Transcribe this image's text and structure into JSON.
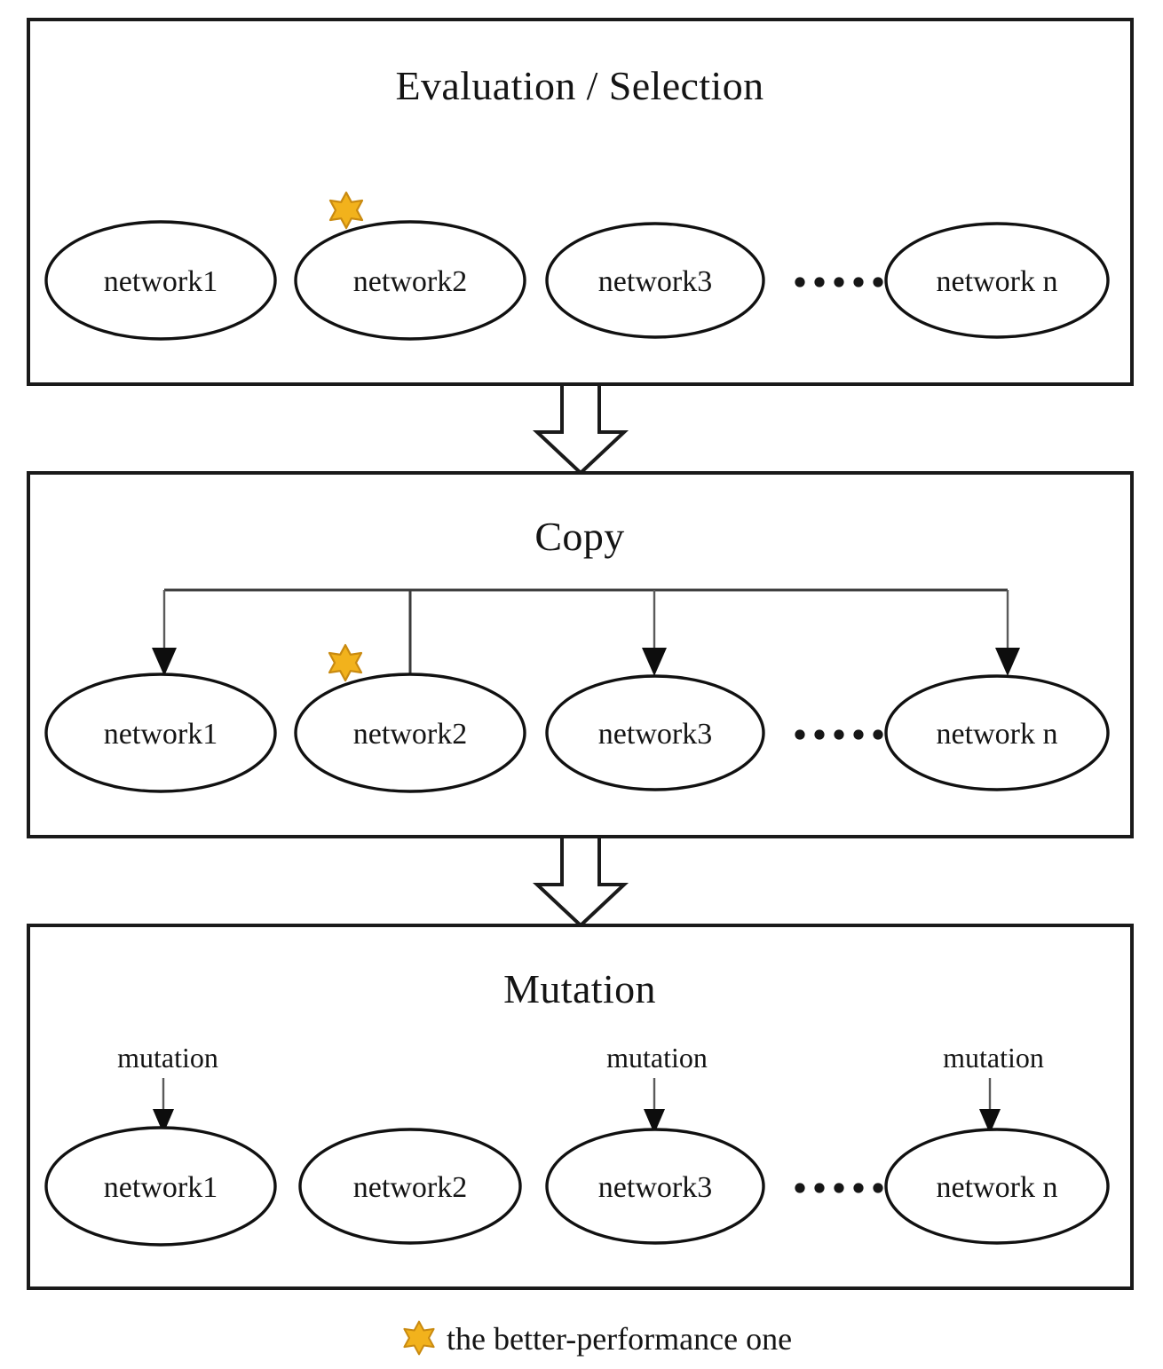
{
  "figure": {
    "type": "flow-diagram",
    "title_visible": false,
    "background": "#ffffff",
    "star_color": "#f2b21c",
    "star_outline_color": "#c98a10",
    "line_color": "#1a1a1a"
  },
  "panels": [
    {
      "id": "evaluation-selection",
      "title": "Evaluation / Selection",
      "nodes": [
        {
          "label": "network1",
          "starred": false
        },
        {
          "label": "network2",
          "starred": true
        },
        {
          "label": "network3",
          "starred": false
        },
        {
          "label": "network n",
          "starred": false
        }
      ],
      "ellipsis": "• • • • •",
      "ellipsis_dots": 5
    },
    {
      "id": "copy",
      "title": "Copy",
      "nodes": [
        {
          "label": "network1",
          "starred": false,
          "incoming": "copy-arrow"
        },
        {
          "label": "network2",
          "starred": true,
          "incoming": "source"
        },
        {
          "label": "network3",
          "starred": false,
          "incoming": "copy-arrow"
        },
        {
          "label": "network n",
          "starred": false,
          "incoming": "copy-arrow"
        }
      ],
      "ellipsis": "• • • • •",
      "ellipsis_dots": 5
    },
    {
      "id": "mutation",
      "title": "Mutation",
      "nodes": [
        {
          "label": "network1",
          "starred": false,
          "edge_label": "mutation"
        },
        {
          "label": "network2",
          "starred": false,
          "edge_label": ""
        },
        {
          "label": "network3",
          "starred": false,
          "edge_label": "mutation"
        },
        {
          "label": "network n",
          "starred": false,
          "edge_label": "mutation"
        }
      ],
      "ellipsis": "• • • • •",
      "ellipsis_dots": 5
    }
  ],
  "connectors": [
    {
      "id": "arrow-eval-to-copy",
      "shape": "hollow-block-arrow",
      "direction": "down"
    },
    {
      "id": "arrow-copy-to-mutation",
      "shape": "hollow-block-arrow",
      "direction": "down"
    }
  ],
  "legend": {
    "icon": "star-icon",
    "text": "the better-performance one"
  }
}
